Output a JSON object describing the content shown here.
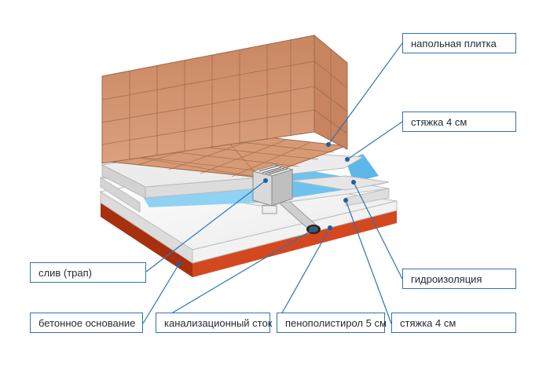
{
  "labels": {
    "tile": "напольная плитка",
    "screed_top": "стяжка 4 см",
    "waterproof": "гидроизоляция",
    "screed_bottom": "стяжка 4 см",
    "drain": "слив (трап)",
    "concrete": "бетонное основание",
    "sewer": "канализационный сток",
    "foam": "пенополистирол 5 см"
  },
  "colors": {
    "tile": "#d79a74",
    "tile_line": "#9a6a4c",
    "screed": "#e7e7e7",
    "waterproof": "#6ec3ee",
    "concrete": "#c83d1a",
    "leader": "#2f73b8"
  }
}
